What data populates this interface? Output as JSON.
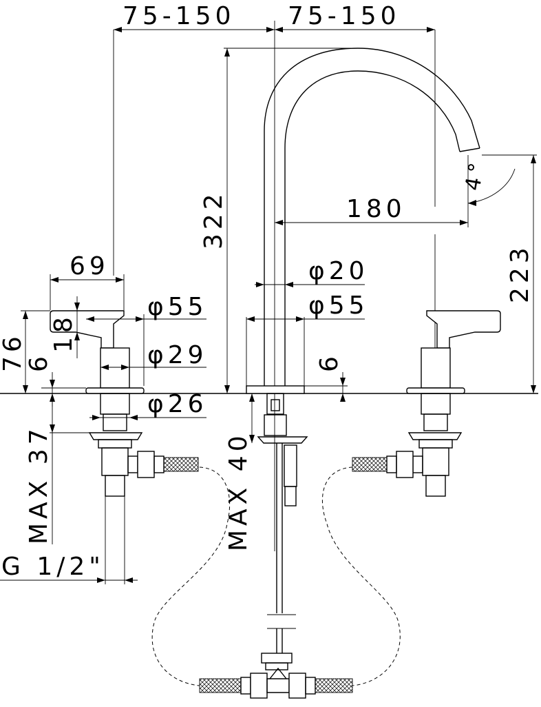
{
  "dimensions": {
    "spread_left": "75-150",
    "spread_right": "75-150",
    "handle_length": "69",
    "total_height": "322",
    "reach": "180",
    "spout_height": "223",
    "spout_angle": "4°",
    "spout_tube_dia": "φ20",
    "spout_base_dia": "φ55",
    "handle_base_dia": "φ55",
    "handle_body_dia": "φ29",
    "handle_shank_dia": "φ26",
    "handle_height": "76",
    "handle_lever_height": "18",
    "handle_flange": "6",
    "spout_flange": "6",
    "max_handle_shank": "MAX 37",
    "max_spout_shank": "MAX 40",
    "thread": "G 1/2\""
  }
}
